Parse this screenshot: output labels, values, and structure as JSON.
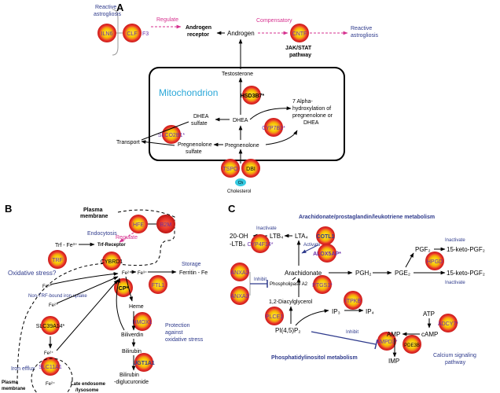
{
  "panels": {
    "a": "A",
    "b": "B",
    "c": "C"
  },
  "colors": {
    "node_outer": "#e8322a",
    "node_inner": "#f5c400",
    "node_ring": "#f38a1c",
    "blue_label": "#2e3a8c",
    "magenta": "#d6318f",
    "cyan": "#37c9e0",
    "mito_label": "#2aa7d8",
    "purple_text": "#6a2ea8"
  },
  "panel_a": {
    "reactive_astrogliosis_left": [
      "Reactive",
      "astrogliosis"
    ],
    "nodes": {
      "ilnf": "ILN6",
      "clf": "CLF",
      "f3": "F3",
      "cntf": "CNTF",
      "hsd3b7": "HSD3B7*",
      "cyp7b1": "CYP7B1*",
      "slco2b1": "SLCO2B1*",
      "tspo": "TSPO",
      "dbi": "DBI",
      "ch": "Ch"
    },
    "regulate": "Regulate",
    "compensatory": "Compensatory",
    "androgen_receptor": [
      "Androgen",
      "receptor"
    ],
    "androgen": "Androgen",
    "reactive_astrogliosis_right": [
      "Reactive",
      "astrogliosis"
    ],
    "jak_stat": [
      "JAK/STAT",
      "pathway"
    ],
    "mitochondrion": "Mitochondrion",
    "testosterone": "Testosterone",
    "dhea": "DHEA",
    "dhea_sulfate": [
      "DHEA",
      "sulfate"
    ],
    "hydroxylation": [
      "7 Alpha-",
      "hydroxylation of",
      "pregnenolone or",
      "DHEA"
    ],
    "transport": "Transport",
    "pregnenolone": "Pregnenolone",
    "pregnenolone_sulfate": [
      "Pregnenolone",
      "sulfate"
    ],
    "cholesterol": "Cholesterol"
  },
  "panel_b": {
    "plasma_membrane_top": [
      "Plasma",
      "membrane"
    ],
    "plasma_membrane_bottom": [
      "Plasma",
      "membrane"
    ],
    "nodes": {
      "hfe": "HFE",
      "b2m": "B2M",
      "trf": "TRF",
      "cybrd1": "CYBRD1",
      "cp": "CP*",
      "ftl": "FTL1",
      "hmox1": "HMOX1",
      "slc39a14": "SLC39A14*",
      "slc11a1": "SLC11A1",
      "ugt1a1": "UGT1A1"
    },
    "endocytosis": "Endocytosis",
    "regulate": "Regulate",
    "trf_fe": "Trf - Fe³⁺",
    "trf_receptor": "Trf-Receptor",
    "oxidative_stress": "Oxidative stress?",
    "fe3_left": "Fe³⁺",
    "fe2_center": "Fe²⁺",
    "fe3_center": "Fe³⁺",
    "ferritin": "Ferritin - Fe",
    "storage": "Storage",
    "non_trf": "Non-TRF-bound iron uptake",
    "heme": "Heme",
    "biliverdin": "Biliverdin",
    "bilirubin": "Bilirubin",
    "bilirubin_dig": [
      "Bilirubin",
      "-diglucuronide"
    ],
    "protection": [
      "Protection",
      "against",
      "oxidative stress"
    ],
    "fe2_mid": "Fe²⁺",
    "fe2_low": "Fe²⁺",
    "fe2_lyso": "Fe²⁺",
    "iron_efflux": "Iron efflux",
    "late_endosome": [
      "Late endosome",
      "/lysosome"
    ]
  },
  "panel_c": {
    "arachidonate_title": "Arachidonate/prostaglandin/leukotriene metabolism",
    "nodes": {
      "cotl1": "COTL1",
      "alox5ap": "ALOX5AP*",
      "cyp4f14": "CYP4F14*",
      "anxa2": "ANXA2",
      "anxa3": "ANXA3",
      "ptgs1": "PTGS1*",
      "hpgd": "HPGD",
      "pla2": "PLCE1",
      "itpkb": "ITPKB",
      "ampd3": "AMPD3*",
      "adcy7": "ADCY7*",
      "pde3b": "PDE3B"
    },
    "inactivate_top": "Inactivate",
    "oh_ltb4": [
      "20-OH",
      "-LTB₄"
    ],
    "ltb4": "LTB₄",
    "lta4": "LTA₄",
    "activate": "Activate",
    "pgf2": "PGF₂",
    "keto_pgf2": "15-keto-PGF₂",
    "inactivate_right_top": "Inactivate",
    "arachidonate": "Arachidonate",
    "pgh2": "PGH₂",
    "pge2": "PGE₂",
    "keto_pge2": "15-keto-PGF₂",
    "inactivate_right_bottom": "Inactivate",
    "inhibit_left": "Inhibit",
    "phospholipase": "Phospholipase A2",
    "diacylglycerol": "1,2-Diacylglycerol",
    "ip3": "IP₃",
    "ip4": "IP₄",
    "pip2": "PI(4,5)P₂",
    "inhibit_bottom": "Inhibit",
    "atp": "ATP",
    "camp": "cAMP",
    "amp": "AMP",
    "imp": "IMP",
    "phosphatidylinositol": "Phosphatidylinositol metabolism",
    "calcium": [
      "Calcium signaling",
      "pathway"
    ]
  }
}
